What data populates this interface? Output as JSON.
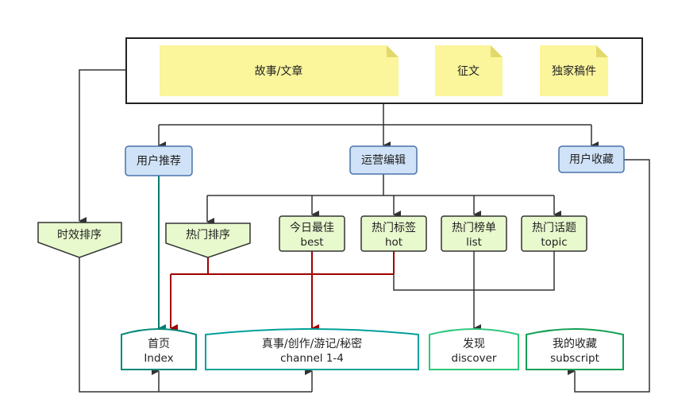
{
  "sources": {
    "story": "故事/文章",
    "essay": "征文",
    "exclusive": "独家稿件"
  },
  "nodes": {
    "user_recommend": "用户推荐",
    "ops_edit": "运营编辑",
    "user_favorite": "用户收藏",
    "time_sort": "时效排序",
    "hot_sort": "热门排序",
    "today_best": {
      "zh": "今日最佳",
      "en": "best"
    },
    "hot_tag": {
      "zh": "热门标签",
      "en": "hot"
    },
    "hot_list": {
      "zh": "热门榜单",
      "en": "list"
    },
    "hot_topic": {
      "zh": "热门话题",
      "en": "topic"
    }
  },
  "pages": {
    "index": {
      "zh": "首页",
      "en": "Index"
    },
    "channel": {
      "zh": "真事/创作/游记/秘密",
      "en": "channel 1-4"
    },
    "discover": {
      "zh": "发现",
      "en": "discover"
    },
    "subscript": {
      "zh": "我的收藏",
      "en": "subscript"
    }
  },
  "colors": {
    "note_yellow": "#fbf59c",
    "blue_box": "#cfe2f7",
    "blue_border": "#4a73a8",
    "green_box": "#e8f9cd",
    "teal_line": "#007a6e",
    "red_line": "#a00000",
    "page_teal": "#00897b",
    "page_green": "#2eb872"
  }
}
